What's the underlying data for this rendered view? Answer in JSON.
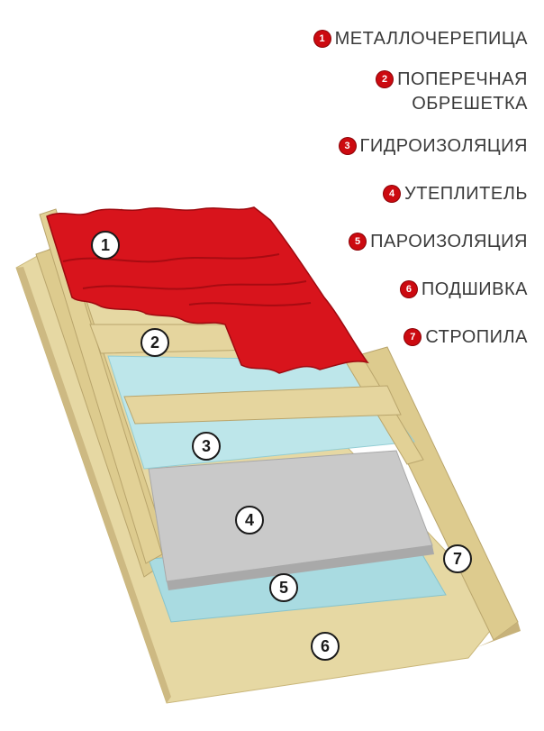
{
  "legend": [
    {
      "num": "1",
      "lines": [
        "МЕТАЛЛОЧЕРЕПИЦА"
      ]
    },
    {
      "num": "2",
      "lines": [
        "ПОПЕРЕЧНАЯ",
        "ОБРЕШЕТКА"
      ]
    },
    {
      "num": "3",
      "lines": [
        "ГИДРОИЗОЛЯЦИЯ"
      ]
    },
    {
      "num": "4",
      "lines": [
        "УТЕПЛИТЕЛЬ"
      ]
    },
    {
      "num": "5",
      "lines": [
        "ПАРОИЗОЛЯЦИЯ"
      ]
    },
    {
      "num": "6",
      "lines": [
        "ПОДШИВКА"
      ]
    },
    {
      "num": "7",
      "lines": [
        "СТРОПИЛА"
      ]
    }
  ],
  "callouts": [
    "1",
    "2",
    "3",
    "4",
    "5",
    "6",
    "7"
  ],
  "colors": {
    "roof_tile": "#d8141c",
    "wood": "#e3d39a",
    "membrane": "#b8e3e8",
    "insulation": "#c8c8c8",
    "badge": "#cc0a10"
  }
}
